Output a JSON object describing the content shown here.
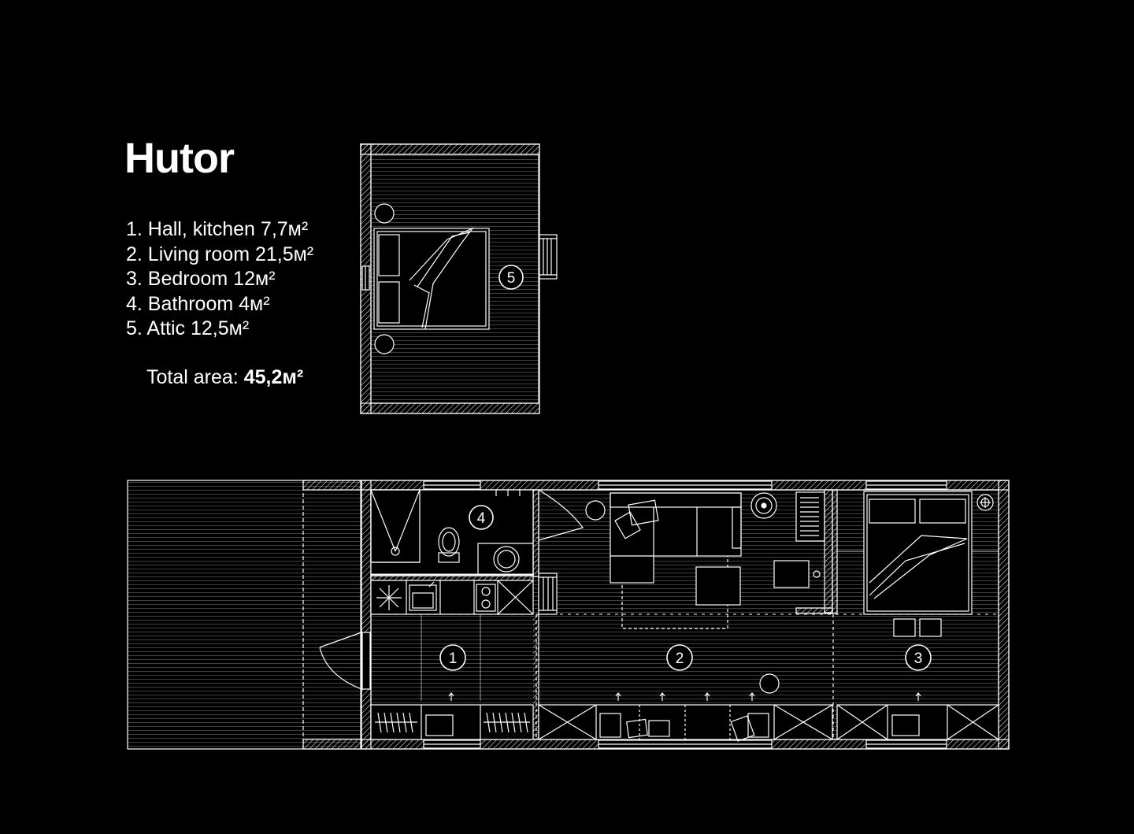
{
  "project_title": "Hutor",
  "rooms": [
    {
      "number": "1",
      "label": "1. Hall, kitchen 7,7м²"
    },
    {
      "number": "2",
      "label": "2. Living room 21,5м²"
    },
    {
      "number": "3",
      "label": "3. Bedroom 12м²"
    },
    {
      "number": "4",
      "label": "4. Bathroom 4м²"
    },
    {
      "number": "5",
      "label": "5. Attic 12,5м²"
    }
  ],
  "total": {
    "label": "Total area:",
    "value": "45,2м²"
  },
  "colors": {
    "background": "#000000",
    "lines": "#ffffff"
  }
}
